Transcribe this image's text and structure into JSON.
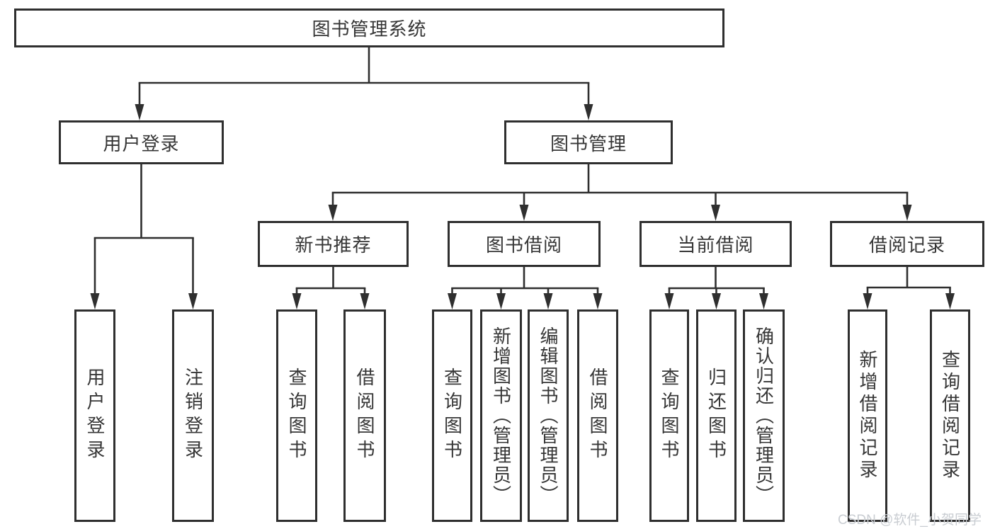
{
  "diagram_title": "图书管理系统",
  "tree": {
    "root": {
      "label": "图书管理系统"
    },
    "branches": [
      {
        "label": "用户登录",
        "children": [
          {
            "label": "用户登录"
          },
          {
            "label": "注销登录"
          }
        ]
      },
      {
        "label": "图书管理",
        "children": [
          {
            "label": "新书推荐",
            "children": [
              {
                "label": "查询图书"
              },
              {
                "label": "借阅图书"
              }
            ]
          },
          {
            "label": "图书借阅",
            "children": [
              {
                "label": "查询图书"
              },
              {
                "label": "新增图书（管理员）"
              },
              {
                "label": "编辑图书（管理员）"
              },
              {
                "label": "借阅图书"
              }
            ]
          },
          {
            "label": "当前借阅",
            "children": [
              {
                "label": "查询图书"
              },
              {
                "label": "归还图书"
              },
              {
                "label": "确认归还（管理员）"
              }
            ]
          },
          {
            "label": "借阅记录",
            "children": [
              {
                "label": "新增借阅记录"
              },
              {
                "label": "查询借阅记录"
              }
            ]
          }
        ]
      }
    ]
  },
  "watermark": {
    "text": "CSDN @软件_小贺同学",
    "color": "#c9cdd2"
  },
  "colors": {
    "line": "#2f2f2f",
    "text": "#363636",
    "background": "#ffffff"
  }
}
